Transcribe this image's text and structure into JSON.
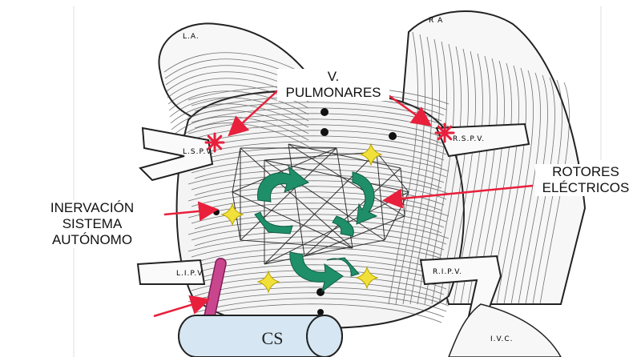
{
  "labels": {
    "pulmonary_veins": "V.\nPULMONARES",
    "rotors": "ROTORES\nELÉCTRICOS",
    "autonomic": "INERVACIÓN\nSISTEMA\nAUTÓNOMO",
    "coronary_sinus": "CS"
  },
  "anatomy_labels": {
    "la": "L.A.",
    "ra": "R A",
    "lspv": "L.S.P.V.",
    "lipv": "L.I.P.V.",
    "rspv": "R.S.P.V.",
    "ripv": "R.I.P.V.",
    "ivc": "I.V.C."
  },
  "colors": {
    "arrow_red": "#e8203c",
    "rotor_green": "#1f8f6a",
    "ganglion_yellow": "#f2e03a",
    "ligament_magenta": "#c9468f",
    "cs_fill": "#d6e6f2",
    "line_ink": "#2a2a2a"
  }
}
